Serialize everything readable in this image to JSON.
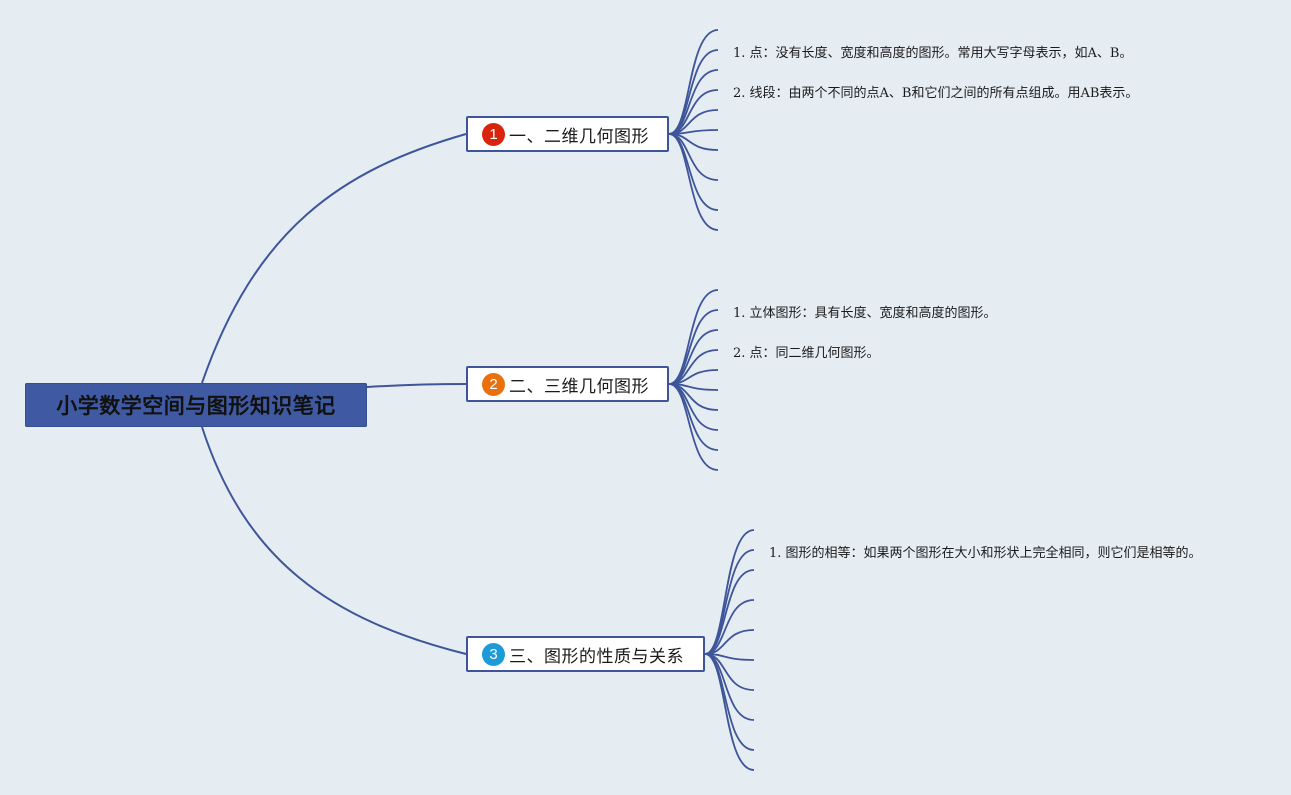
{
  "colors": {
    "background": "#e5edf3",
    "root_fill": "#3f5aa3",
    "line": "#3f559a",
    "marker_1": "#d8230d",
    "marker_2": "#e8700f",
    "marker_3": "#1d9bd8"
  },
  "root": {
    "label": "小学数学空间与图形知识笔记"
  },
  "branches": [
    {
      "number": "1",
      "label": "一、二维几何图形",
      "items": [
        "1. 点：没有长度、宽度和高度的图形。常用大写字母表示，如A、B。",
        "2. 线段：由两个不同的点A、B和它们之间的所有点组成。用AB表示。"
      ]
    },
    {
      "number": "2",
      "label": "二、三维几何图形",
      "items": [
        "1. 立体图形：具有长度、宽度和高度的图形。",
        "2. 点：同二维几何图形。"
      ]
    },
    {
      "number": "3",
      "label": "三、图形的性质与关系",
      "items": [
        "1. 图形的相等：如果两个图形在大小和形状上完全相同，则它们是相等的。"
      ]
    }
  ]
}
